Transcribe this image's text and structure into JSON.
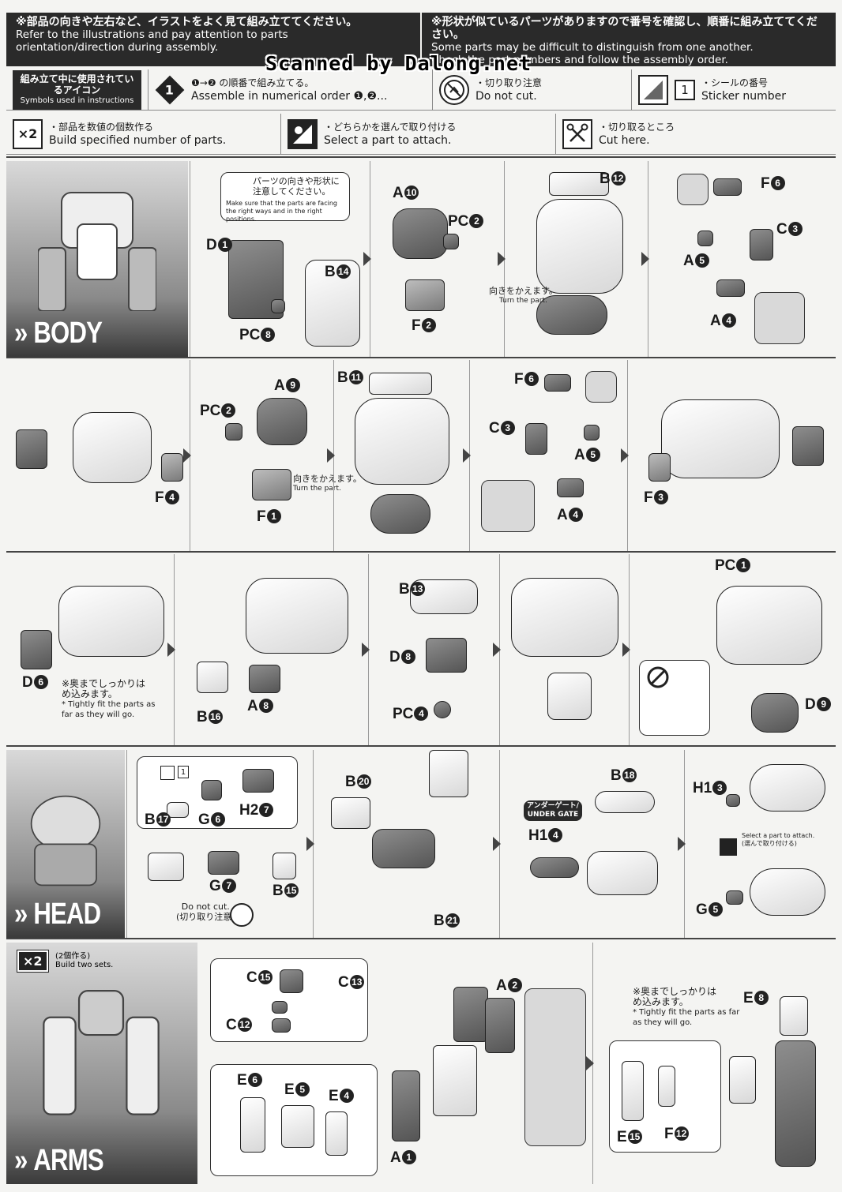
{
  "header": {
    "left_jp": "※部品の向きや左右など、イラストをよく見て組み立ててください。",
    "left_en1": "Refer to the illustrations and pay attention to parts",
    "left_en2": "orientation/direction during assembly.",
    "right_jp": "※形状が似ているパーツがありますので番号を確認し、順番に組み立ててください。",
    "right_en1": "Some parts may be difficult to distinguish from one another.",
    "right_en2": "Check the part numbers and follow the assembly order.",
    "watermark": "Scanned by Dalong.net"
  },
  "legend": {
    "icons_jp": "組み立て中に使用されているアイコン",
    "icons_en": "Symbols used in instructions",
    "order_num": "1",
    "order_jp": "❶→❷ の順番で組み立てる。",
    "order_en": "Assemble in numerical order ❶,❷...",
    "nocut_jp": "・切り取り注意",
    "nocut_en": "Do not cut.",
    "sticker_num": "1",
    "sticker_jp": "・シールの番号",
    "sticker_en": "Sticker number",
    "multi_badge": "×2",
    "multi_jp": "・部品を数値の個数作る",
    "multi_en": "Build specified number of parts.",
    "select_jp": "・どちらかを選んで取り付ける",
    "select_en": "Select a part to attach.",
    "cut_jp": "・切り取るところ",
    "cut_en": "Cut here."
  },
  "body": {
    "title": "BODY",
    "caution_jp": "パーツの向きや形状に注意してください。",
    "caution_en": "Make sure that the parts are facing the right ways and in the right positions.",
    "turn_jp": "向きをかえます。",
    "turn_en": "Turn the part.",
    "tight_jp": "※奥までしっかりはめ込みます。",
    "tight_en": "* Tightly fit the parts as far as they will go."
  },
  "head": {
    "title": "HEAD",
    "nocut_en": "Do not cut.",
    "nocut_jp": "(切り取り注意)",
    "under_gate_jp": "アンダーゲート/",
    "under_gate_en": "UNDER GATE",
    "select_en": "Select a part to attach.",
    "select_jp": "(選んで取り付ける)",
    "sticker_num": "1"
  },
  "arms": {
    "title": "ARMS",
    "badge": "×2",
    "badge_jp": "(2個作る)",
    "badge_en": "Build two sets.",
    "tight_jp": "※奥までしっかりはめ込みます。",
    "tight_en": "* Tightly fit the parts as far as they will go."
  },
  "labels": {
    "D1": "D",
    "B14": "B",
    "PC8": "PC",
    "A10": "A",
    "PC2": "PC",
    "F2": "F",
    "B12": "B",
    "F6": "F",
    "C3": "C",
    "A5": "A",
    "A4": "A",
    "F4": "F",
    "A9": "A",
    "F1": "F",
    "B11": "B",
    "F3": "F",
    "D6": "D",
    "B16": "B",
    "A8": "A",
    "B13": "B",
    "D8": "D",
    "PC4": "PC",
    "PC1": "PC",
    "D9": "D",
    "B17": "B",
    "G6": "G",
    "H27": "H2",
    "G7": "G",
    "B15": "B",
    "B20": "B",
    "B21": "B",
    "H14": "H1",
    "B18": "B",
    "H13": "H1",
    "G5": "G",
    "C15": "C",
    "C13": "C",
    "C12": "C",
    "A2": "A",
    "A1": "A",
    "E6": "E",
    "E5": "E",
    "E4": "E",
    "E8": "E",
    "E15": "E",
    "F12": "F"
  },
  "numbers": {
    "n1": "1",
    "n2": "2",
    "n3": "3",
    "n4": "4",
    "n5": "5",
    "n6": "6",
    "n7": "7",
    "n8": "8",
    "n9": "9",
    "n10": "10",
    "n11": "11",
    "n12": "12",
    "n13": "13",
    "n14": "14",
    "n15": "15",
    "n16": "16",
    "n17": "17",
    "n18": "18",
    "n20": "20",
    "n21": "21"
  }
}
